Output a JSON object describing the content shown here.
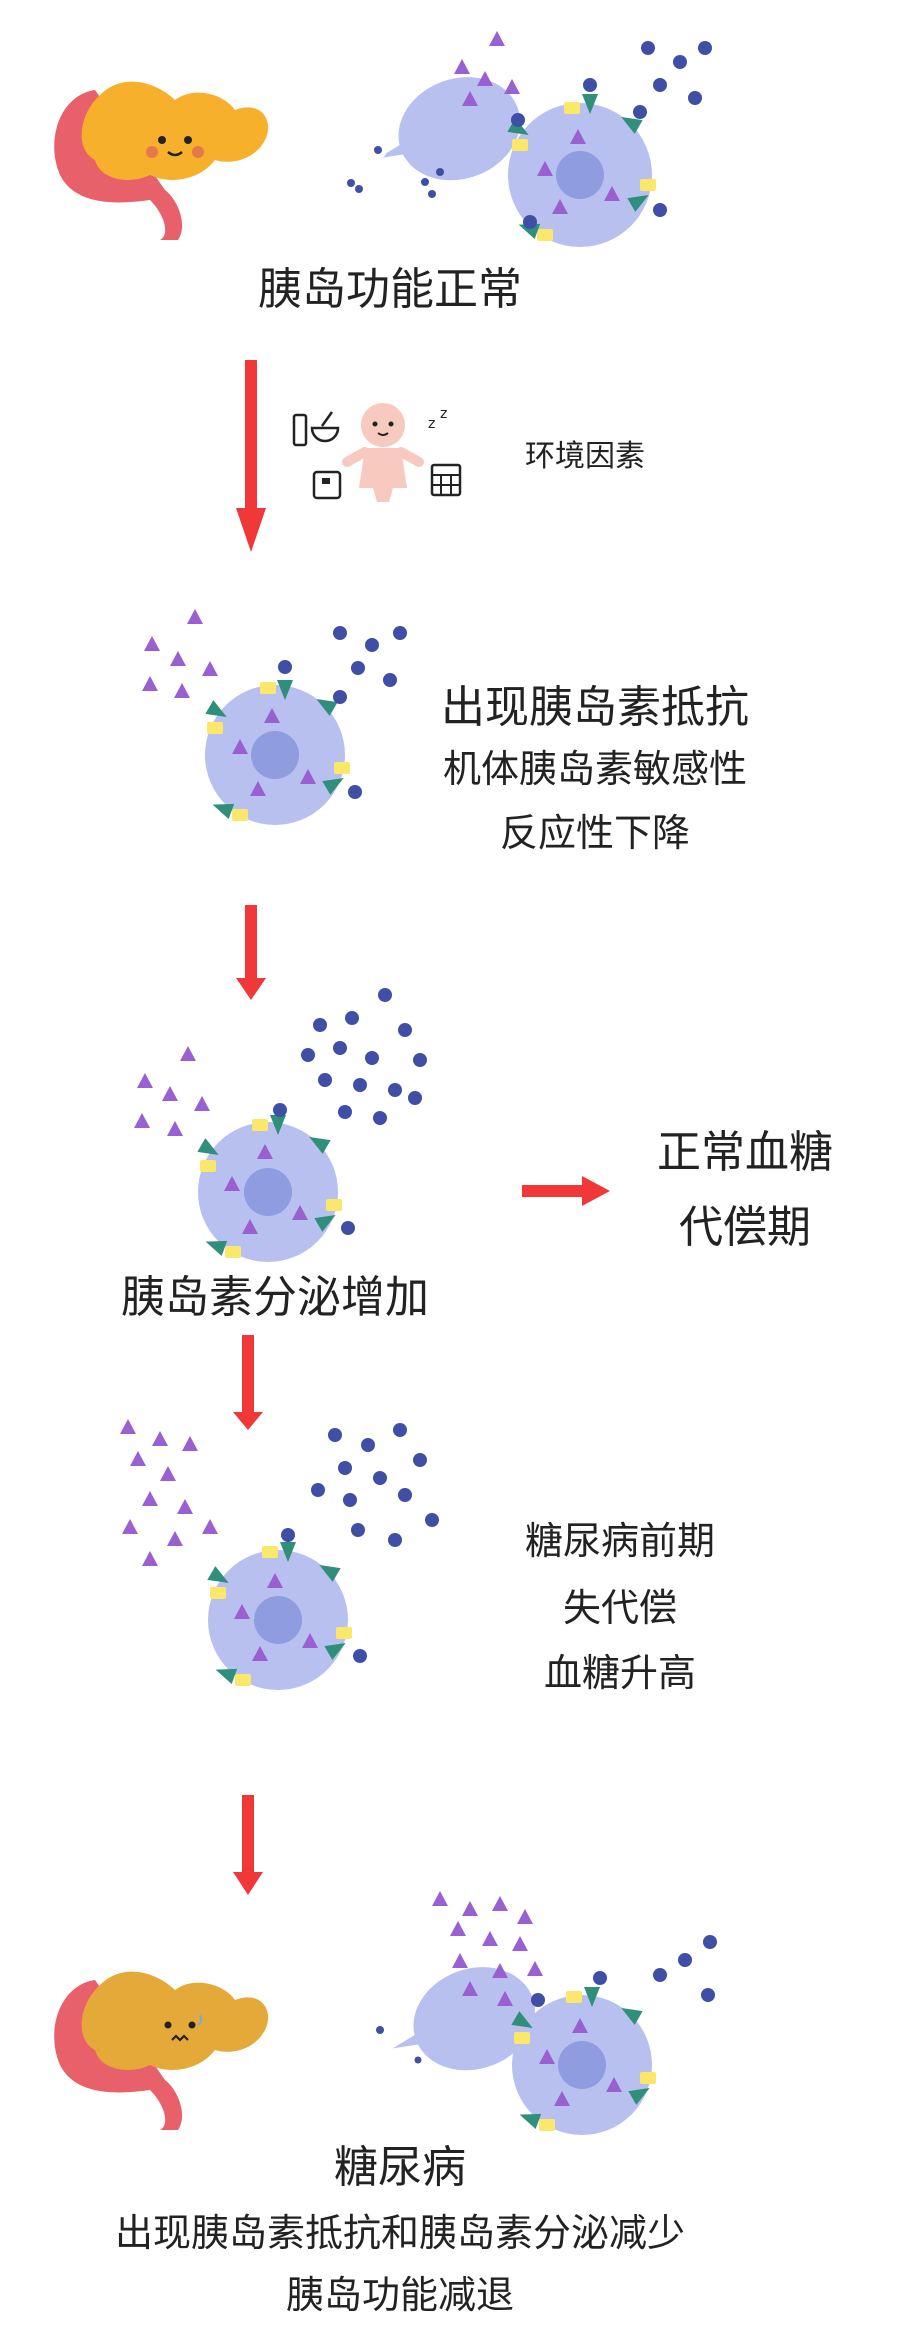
{
  "stages": {
    "normal": "胰岛功能正常",
    "environment": "环境因素",
    "resistance": {
      "title": "出现胰岛素抵抗",
      "line2": "机体胰岛素敏感性",
      "line3": "反应性下降"
    },
    "increase": "胰岛素分泌增加",
    "compensation": {
      "line1": "正常血糖",
      "line2": "代偿期"
    },
    "prediabetes": {
      "line1": "糖尿病前期",
      "line2": "失代偿",
      "line3": "血糖升高"
    },
    "diabetes": {
      "title": "糖尿病",
      "line2": "出现胰岛素抵抗和胰岛素分泌减少",
      "line3": "胰岛功能减退"
    }
  },
  "colors": {
    "arrow": "#f03838",
    "cell": "#b7c0ef",
    "nucleus": "#8f9ce0",
    "insulin_triangle": "#9a5fd0",
    "glucose_dot": "#3f4fa6",
    "receptor_green": "#2f8f7a",
    "receptor_yellow": "#fbe86a",
    "pancreas_orange": "#f7b02b",
    "pancreas_sick": "#e5a93a",
    "duodenum": "#e8606a",
    "baby": "#f7c9bf"
  },
  "icons": [
    "pancreas-icon",
    "pancman-cell-icon",
    "body-cell-icon",
    "baby-icon",
    "food-icon",
    "sleep-icon",
    "scale-icon",
    "calculator-icon"
  ]
}
